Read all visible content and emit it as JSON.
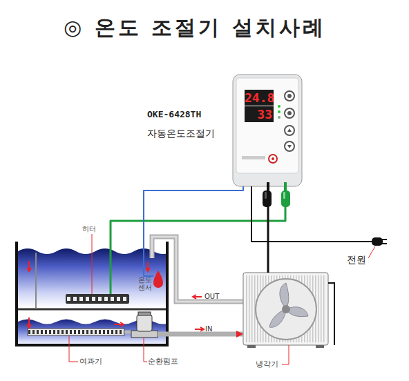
{
  "diagram": {
    "title": "◎ 온도 조절기 설치사례",
    "nodes": [
      {
        "text": [
          "OKE-6428TH",
          "자동온도조절기",
          "24.8",
          "33"
        ]
      },
      {
        "text": [
          "히터"
        ]
      },
      {
        "text": [
          "온도 센서"
        ]
      },
      {
        "text": [
          "여과기"
        ]
      },
      {
        "text": [
          "순환펌프"
        ]
      },
      {
        "text": [
          "냉각기"
        ]
      },
      {
        "text": [
          "전원"
        ]
      }
    ],
    "edges": [
      {
        "from": 0,
        "to": 1,
        "arrow": "none"
      },
      {
        "from": 0,
        "to": 2,
        "arrow": "none"
      },
      {
        "from": 0,
        "to": 5,
        "arrow": "none"
      },
      {
        "from": 0,
        "to": 6,
        "arrow": "none"
      },
      {
        "from": 4,
        "to": 5,
        "label": "IN",
        "arrow": "to"
      }
    ],
    "labels": [
      "OUT"
    ]
  }
}
